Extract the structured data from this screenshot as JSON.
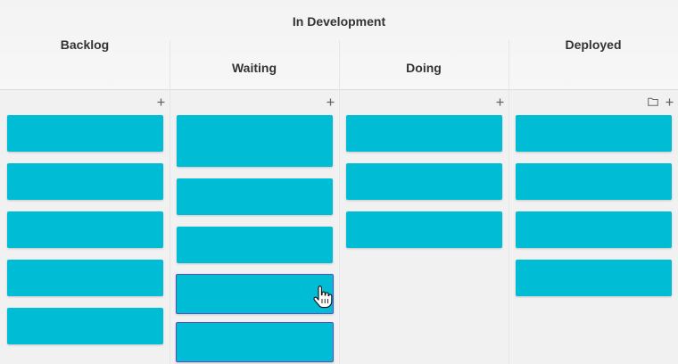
{
  "board": {
    "group_header": "In Development",
    "columns": [
      {
        "id": "backlog",
        "title": "Backlog",
        "card_count": 5,
        "tools": [
          "add-icon"
        ]
      },
      {
        "id": "waiting",
        "title": "Waiting",
        "card_count": 5,
        "tools": [
          "add-icon"
        ]
      },
      {
        "id": "doing",
        "title": "Doing",
        "card_count": 3,
        "tools": [
          "add-icon"
        ]
      },
      {
        "id": "deployed",
        "title": "Deployed",
        "card_count": 4,
        "tools": [
          "folder-icon",
          "add-icon"
        ]
      }
    ],
    "colors": {
      "card": "#00bcd4",
      "selected_border": "#5a4fbf",
      "lane_bg": "#f1f1f1",
      "header_text": "#333333"
    }
  }
}
